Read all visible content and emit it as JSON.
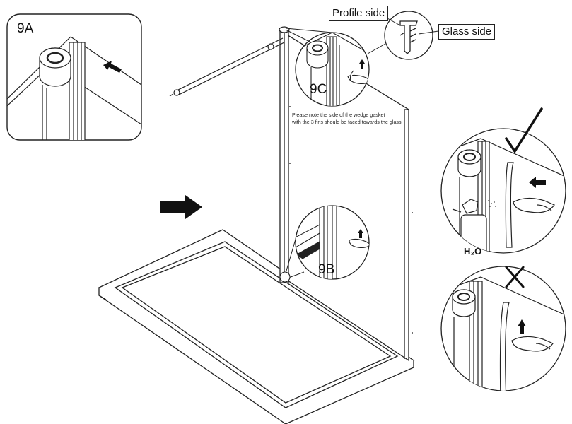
{
  "labels": {
    "profile_side": "Profile side",
    "glass_side": "Glass side",
    "step_9a": "9A",
    "step_9b": "9B",
    "step_9c": "9C",
    "note_line1": "Please note the side of the wedge gasket",
    "note_line2": "with the 3 fins should be faced towards the glass.",
    "water": "H₂O"
  },
  "indicators": {
    "correct": "check-mark",
    "incorrect": "cross-mark"
  },
  "colors": {
    "line": "#222222",
    "fill": "#ffffff",
    "arrow": "#111111"
  }
}
